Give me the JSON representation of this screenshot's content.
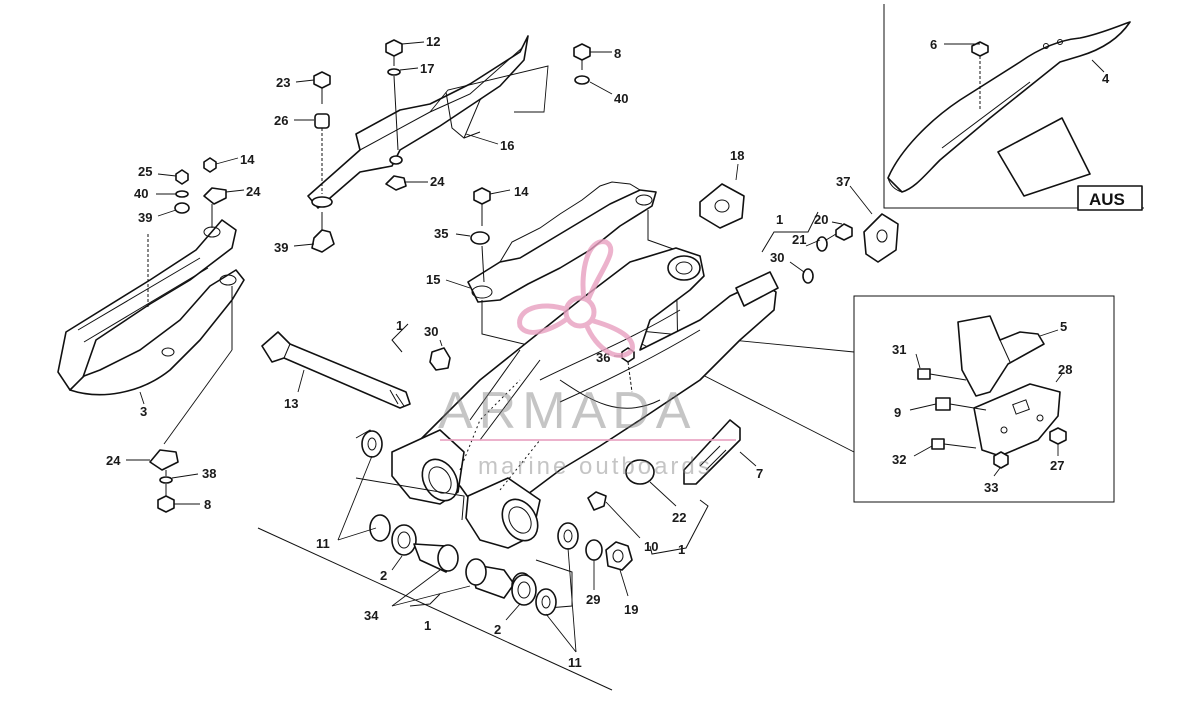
{
  "diagram": {
    "callouts": {
      "c12": "12",
      "c8_top": "8",
      "c6": "6",
      "c4": "4",
      "c23": "23",
      "c17": "17",
      "c40_top": "40",
      "c26": "26",
      "c16": "16",
      "c25": "25",
      "c14_left": "14",
      "c40_left": "40",
      "c24_left": "24",
      "c39_left": "39",
      "c24_mid": "24",
      "c14_mid": "14",
      "c35": "35",
      "c39_mid": "39",
      "c15": "15",
      "c18": "18",
      "c37": "37",
      "c1_right": "1",
      "c20": "20",
      "c21": "21",
      "c30_right": "30",
      "c5": "5",
      "c31": "31",
      "c28": "28",
      "c9": "9",
      "c32": "32",
      "c27": "27",
      "c33": "33",
      "c3": "3",
      "c1_left": "1",
      "c30_left": "30",
      "c36": "36",
      "c13": "13",
      "c24_bottom": "24",
      "c38": "38",
      "c8_bottom": "8",
      "c7": "7",
      "c22": "22",
      "c10": "10",
      "c1_lowright": "1",
      "c11_left": "11",
      "c2_left": "2",
      "c29": "29",
      "c19": "19",
      "c34": "34",
      "c1_bottom": "1",
      "c2_right": "2",
      "c11_right": "11"
    },
    "badge": "AUS",
    "watermark": {
      "brand": "ARMADA",
      "tagline": "marine outboards"
    },
    "colors": {
      "line": "#111111",
      "watermark_pink": "#e8a0c0",
      "watermark_grey": "#7a7a7a"
    }
  }
}
